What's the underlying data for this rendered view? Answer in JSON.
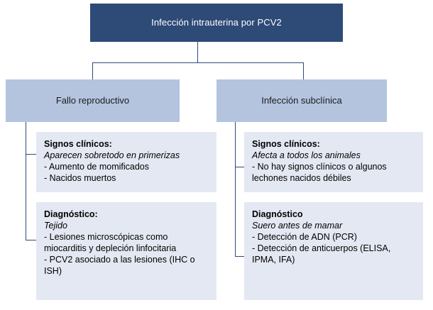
{
  "diagram": {
    "type": "flowchart",
    "title": "Infección intrauterina por PCV2",
    "colors": {
      "root_fill": "#2E4A77",
      "root_text": "#FFFFFF",
      "branch_fill": "#B4C4DF",
      "detail_fill": "#E4E8F3",
      "connector": "#2E4A77",
      "background": "#FFFFFF"
    },
    "root": {
      "label": "Infección intrauterina por PCV2"
    },
    "branches": [
      {
        "id": "fallo-reproductivo",
        "label": "Fallo reproductivo",
        "details": [
          {
            "id": "signos-clinicos-fallo",
            "title": "Signos clínicos:",
            "subtitle": "Aparecen sobretodo en primerizas",
            "items": [
              "- Aumento de momificados",
              "- Nacidos muertos"
            ]
          },
          {
            "id": "diagnostico-fallo",
            "title": "Diagnóstico:",
            "subtitle": "Tejido",
            "items": [
              "- Lesiones microscópicas como miocarditis y depleción linfocitaria",
              "- PCV2 asociado a las lesiones (IHC o ISH)"
            ]
          }
        ]
      },
      {
        "id": "infeccion-subclinica",
        "label": "Infección subclínica",
        "details": [
          {
            "id": "signos-clinicos-subclinica",
            "title": "Signos clínicos:",
            "subtitle": "Afecta a todos los animales",
            "items": [
              "- No hay signos clínicos o algunos lechones nacidos débiles"
            ]
          },
          {
            "id": "diagnostico-subclinica",
            "title": "Diagnóstico",
            "subtitle": "Suero antes de mamar",
            "items": [
              "- Detección de ADN (PCR)",
              "- Detección de anticuerpos (ELISA, IPMA, IFA)"
            ]
          }
        ]
      }
    ]
  }
}
